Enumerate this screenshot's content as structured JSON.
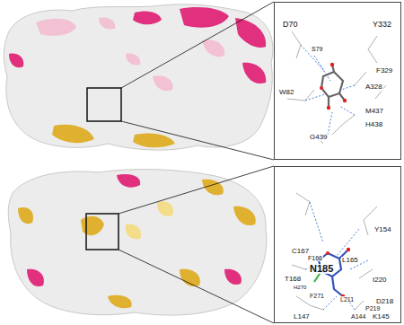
{
  "diagram": {
    "nodes": [
      {
        "text": [
          "D70",
          "Y332",
          "S79",
          "F329",
          "A328",
          "W82",
          "M437",
          "H438",
          "G439"
        ]
      },
      {
        "text": [
          "Y154",
          "C167",
          "F166",
          "L165",
          "N185",
          "T168",
          "H270",
          "F271",
          "I220",
          "D218",
          "L211",
          "P219",
          "A144",
          "K145",
          "L147"
        ]
      }
    ]
  }
}
